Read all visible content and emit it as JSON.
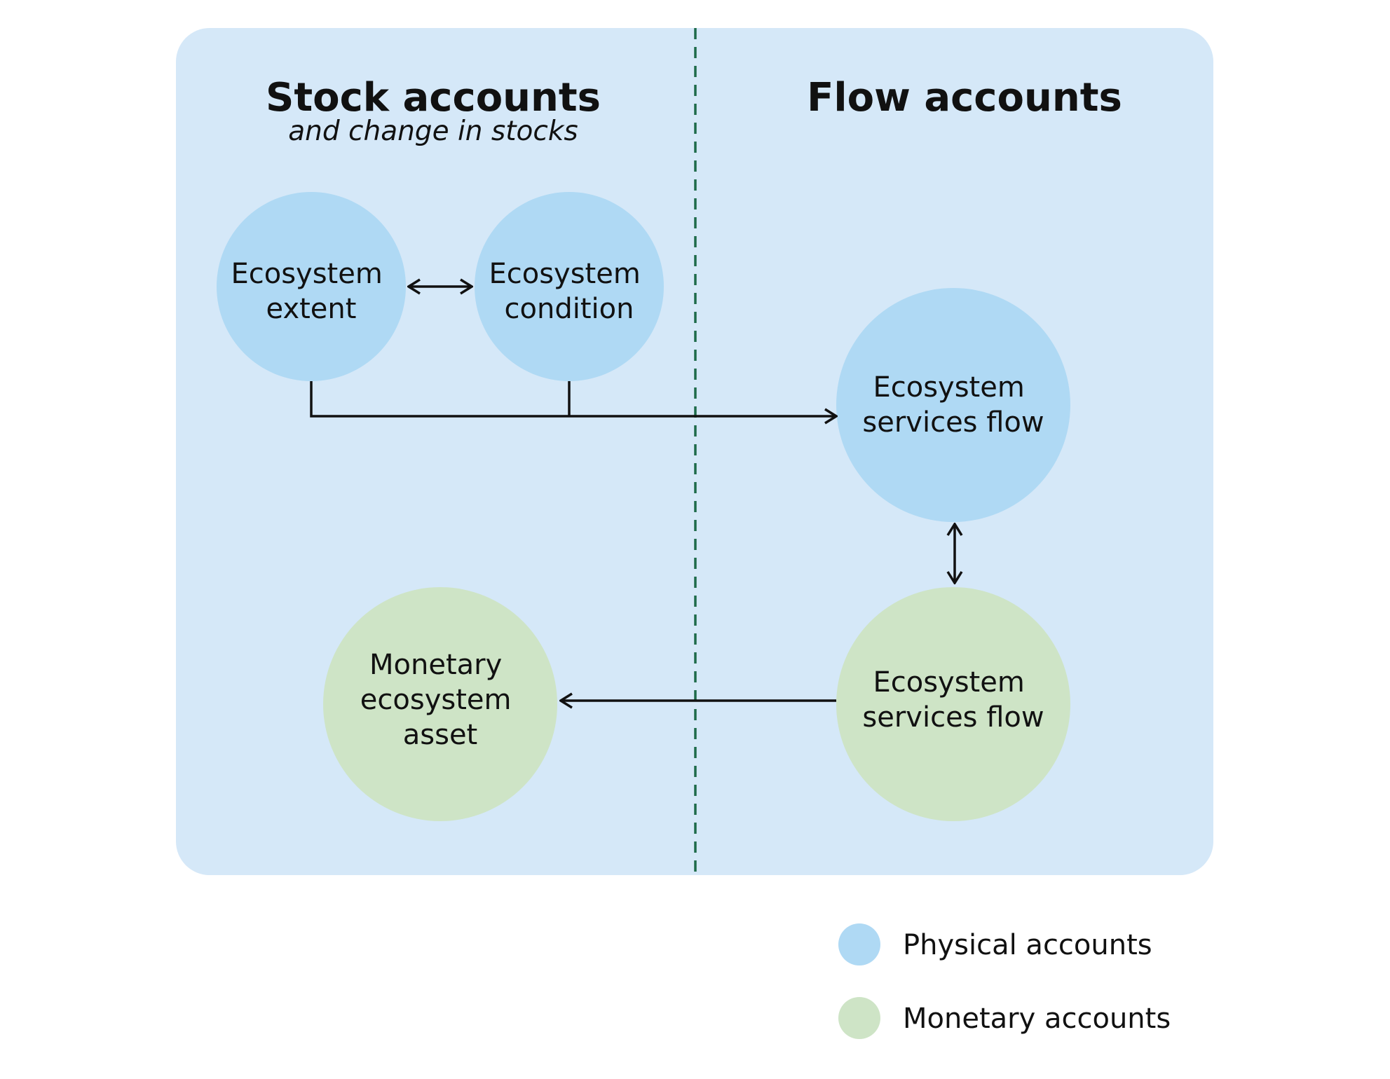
{
  "headers": {
    "stock_title": "Stock accounts",
    "stock_subtitle": "and change in stocks",
    "flow_title": "Flow accounts"
  },
  "nodes": [
    {
      "id": "extent",
      "lines": [
        "Ecosystem",
        "extent"
      ],
      "kind": "physical"
    },
    {
      "id": "condition",
      "lines": [
        "Ecosystem",
        "condition"
      ],
      "kind": "physical"
    },
    {
      "id": "services_physical",
      "lines": [
        "Ecosystem",
        "services flow"
      ],
      "kind": "physical"
    },
    {
      "id": "services_monetary",
      "lines": [
        "Ecosystem",
        "services flow"
      ],
      "kind": "monetary"
    },
    {
      "id": "monetary_asset",
      "lines": [
        "Monetary",
        "ecosystem",
        "asset"
      ],
      "kind": "monetary"
    }
  ],
  "legend": [
    {
      "kind": "physical",
      "label": "Physical accounts"
    },
    {
      "kind": "monetary",
      "label": "Monetary accounts"
    }
  ],
  "colors": {
    "panel": "#d5e8f8",
    "physical": "#afd9f4",
    "monetary": "#cee4c6",
    "divider": "#1e6b4a",
    "line": "#111111"
  }
}
